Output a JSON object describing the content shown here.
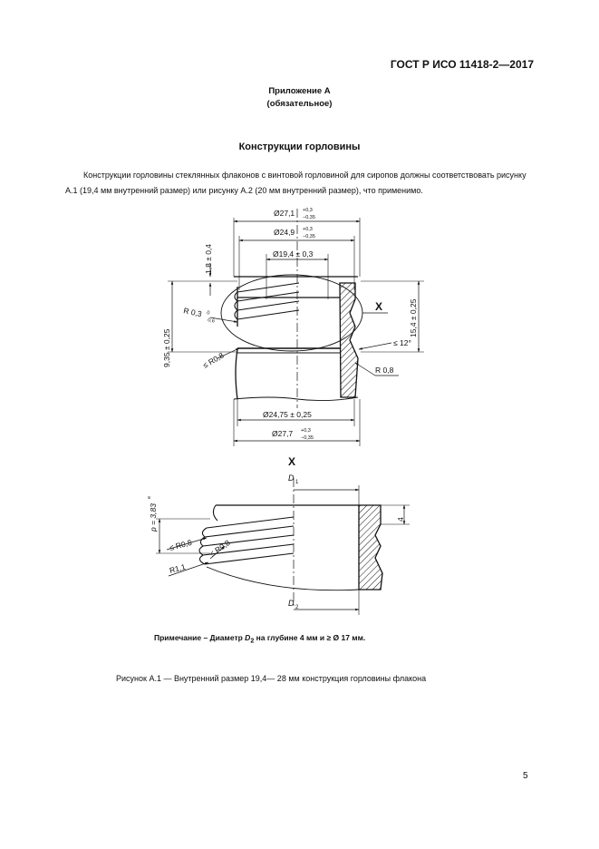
{
  "header": {
    "standard": "ГОСТ Р ИСО 11418-2—2017"
  },
  "annex": {
    "title": "Приложение А",
    "status": "(обязательное)"
  },
  "section_title": "Конструкции горловины",
  "paragraph": "Конструкции горловины стеклянных флаконов с винтовой горловиной для сиропов должны соответствовать рисунку А.1 (19,4 мм внутренний размер) или рисунку А.2 (20 мм внутренний размер), что применимо.",
  "drawing1": {
    "dim_d27_1": "Ø27,1",
    "dim_d27_1_tol_up": "+0,3",
    "dim_d27_1_tol_dn": "−0,35",
    "dim_d24_9": "Ø24,9",
    "dim_d24_9_tol_up": "+0,3",
    "dim_d24_9_tol_dn": "−0,35",
    "dim_d19_4": "Ø19,4 ± 0,3",
    "dim_d24_75": "Ø24,75 ± 0,25",
    "dim_d27_7": "Ø27,7",
    "dim_d27_7_tol_up": "+0,3",
    "dim_d27_7_tol_dn": "−0,35",
    "dim_h1_8": "1,8 ± 0,4",
    "dim_h9_35": "9,35 ± 0,25",
    "dim_h15_4": "15,4 ± 0,25",
    "dim_r0_3": "R 0,3",
    "dim_r0_3_tol_up": "0",
    "dim_r0_3_tol_dn": "0,6",
    "dim_r0_8_left": "≤ R0,8",
    "dim_r0_8_right": "R 0,8",
    "dim_angle": "≤ 12°",
    "detail_mark": "X"
  },
  "drawing2": {
    "title": "X",
    "d1_label": "D",
    "d1_sub": "1",
    "d2_label": "D",
    "d2_sub": "2",
    "dim_4": "4",
    "dim_p": "p = 3,83",
    "dim_p_sup": "e",
    "dim_r08a": "≤ R0,8",
    "dim_r08b": "≤ R0,8",
    "dim_r11": "R1,1"
  },
  "note": {
    "prefix": "Примечание – Диаметр ",
    "d_label": "D",
    "d_sub": "2",
    "suffix": " на глубине 4 мм и ≥ Ø 17 мм."
  },
  "caption": "Рисунок А.1 — Внутренний размер 19,4— 28 мм конструкция горловины флакона",
  "page_number": "5"
}
